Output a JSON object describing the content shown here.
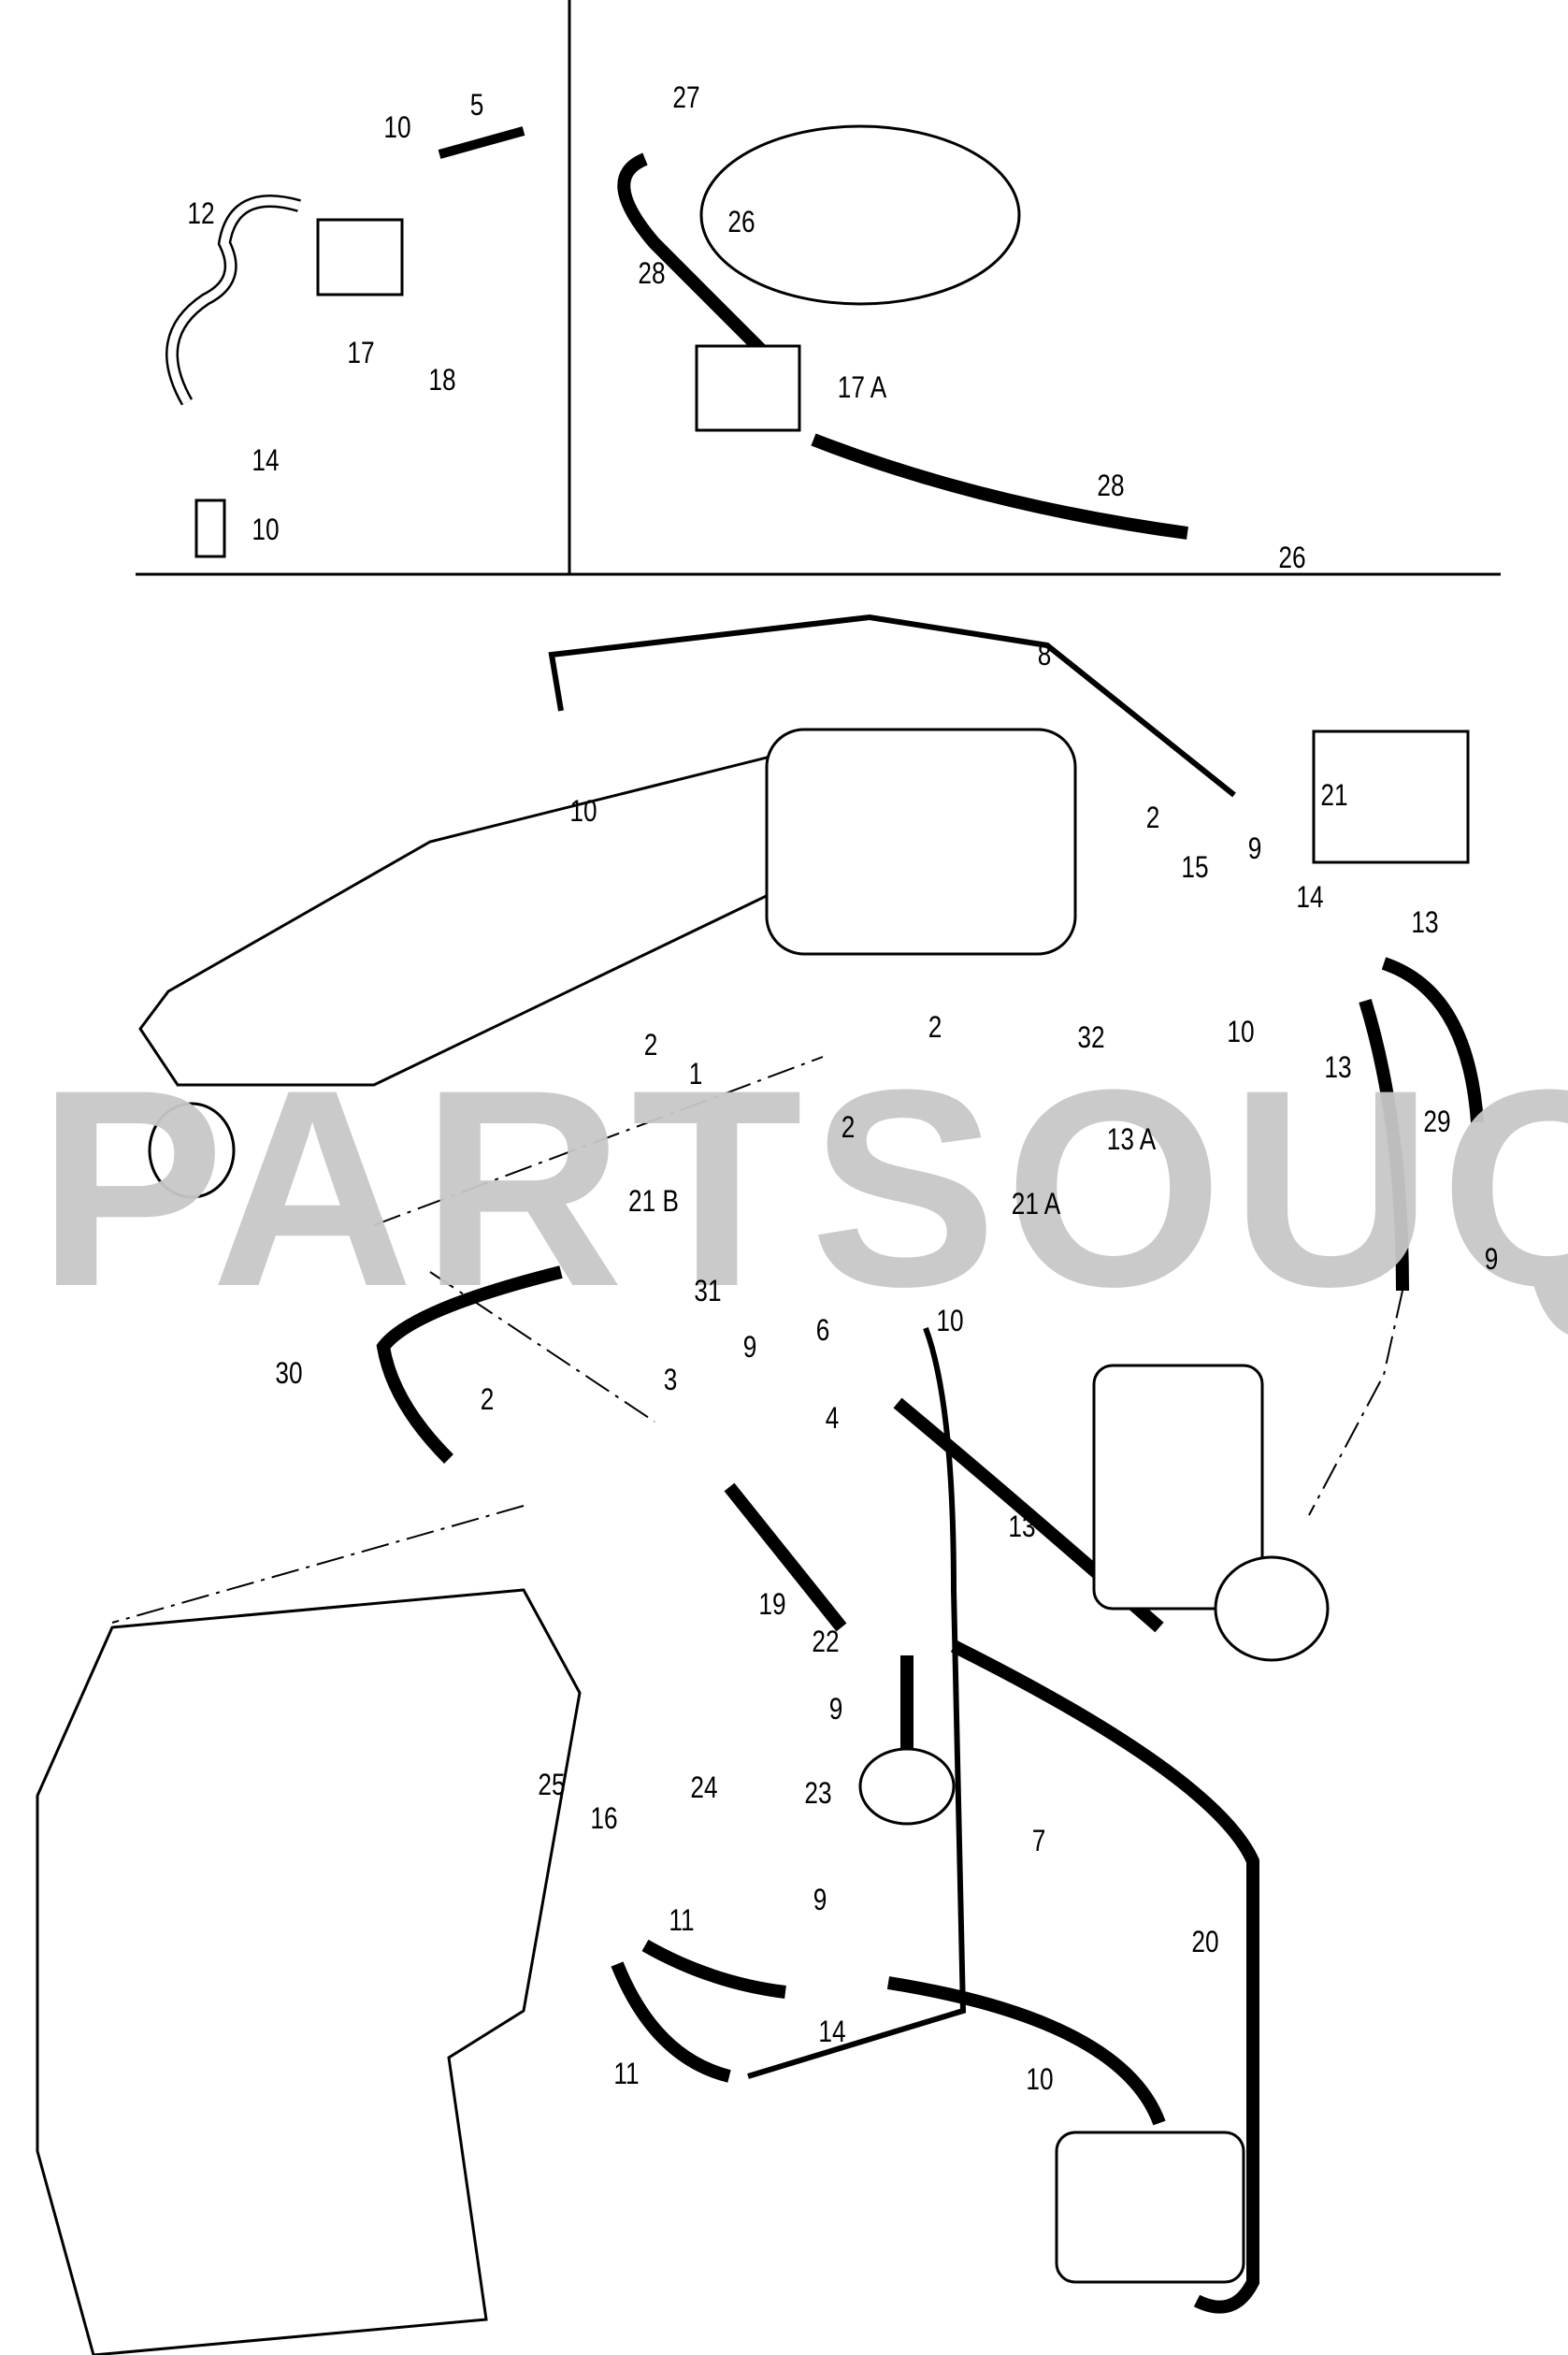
{
  "diagram": {
    "watermark": "PARTSOUQ.COM",
    "callouts": [
      "5",
      "10",
      "12",
      "17",
      "18",
      "14",
      "10",
      "27",
      "26",
      "28",
      "17 A",
      "28",
      "26",
      "8",
      "21",
      "10",
      "2",
      "15",
      "9",
      "14",
      "13",
      "10",
      "2",
      "32",
      "2",
      "1",
      "13",
      "13 A",
      "2",
      "29",
      "21 B",
      "21 A",
      "9",
      "31",
      "10",
      "6",
      "30",
      "9",
      "3",
      "2",
      "4",
      "13",
      "19",
      "22",
      "9",
      "24",
      "23",
      "25",
      "16",
      "7",
      "9",
      "11",
      "20",
      "14",
      "11",
      "10"
    ]
  }
}
